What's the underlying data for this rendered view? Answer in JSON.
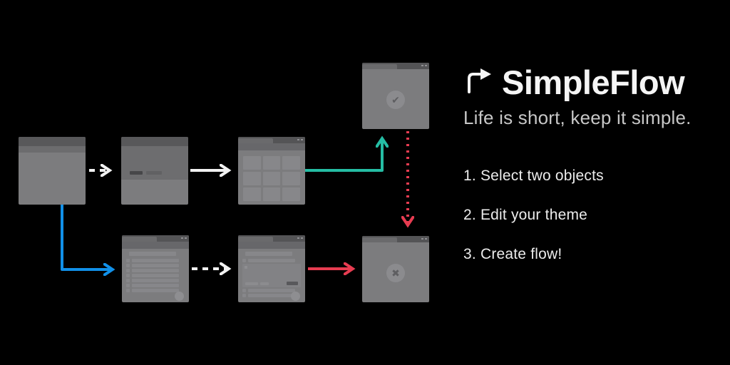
{
  "header": {
    "title": "SimpleFlow",
    "title_icon": "flow-arrow-icon",
    "subtitle": "Life is short, keep it simple."
  },
  "steps": [
    "1. Select two objects",
    "2. Edit your theme",
    "3. Create flow!"
  ],
  "colors": {
    "background": "#000000",
    "window_body": "#7c7c7e",
    "window_titlebar": "#58585a",
    "arrow_white": "#f2f2f2",
    "arrow_blue": "#1190e8",
    "arrow_teal": "#25bda4",
    "arrow_red": "#e73c51"
  },
  "diagram": {
    "nodes": [
      {
        "id": "blank-window",
        "desc": "empty window mockup"
      },
      {
        "id": "detail-window",
        "desc": "window mockup with two small pills"
      },
      {
        "id": "grid-window",
        "desc": "browser window with 3x3 grid"
      },
      {
        "id": "list-window",
        "desc": "browser window with list rows and fab"
      },
      {
        "id": "form-window",
        "desc": "browser window with text panel, button and fab"
      },
      {
        "id": "success-window",
        "desc": "browser window with check badge",
        "icon": "check-icon",
        "glyph": "✔"
      },
      {
        "id": "cancel-window",
        "desc": "browser window with cross badge",
        "icon": "cross-icon",
        "glyph": "✖"
      }
    ],
    "arrows": [
      {
        "from": "blank-window",
        "to": "detail-window",
        "color": "#f2f2f2",
        "style": "dashed"
      },
      {
        "from": "detail-window",
        "to": "grid-window",
        "color": "#f2f2f2",
        "style": "solid"
      },
      {
        "from": "grid-window",
        "to": "success-window",
        "color": "#25bda4",
        "style": "solid-elbow"
      },
      {
        "from": "success-window",
        "to": "cancel-window",
        "color": "#e73c51",
        "style": "dotted"
      },
      {
        "from": "blank-window",
        "to": "list-window",
        "color": "#1190e8",
        "style": "solid-elbow"
      },
      {
        "from": "list-window",
        "to": "form-window",
        "color": "#f2f2f2",
        "style": "dashed"
      },
      {
        "from": "form-window",
        "to": "cancel-window",
        "color": "#e73c51",
        "style": "solid"
      }
    ]
  }
}
